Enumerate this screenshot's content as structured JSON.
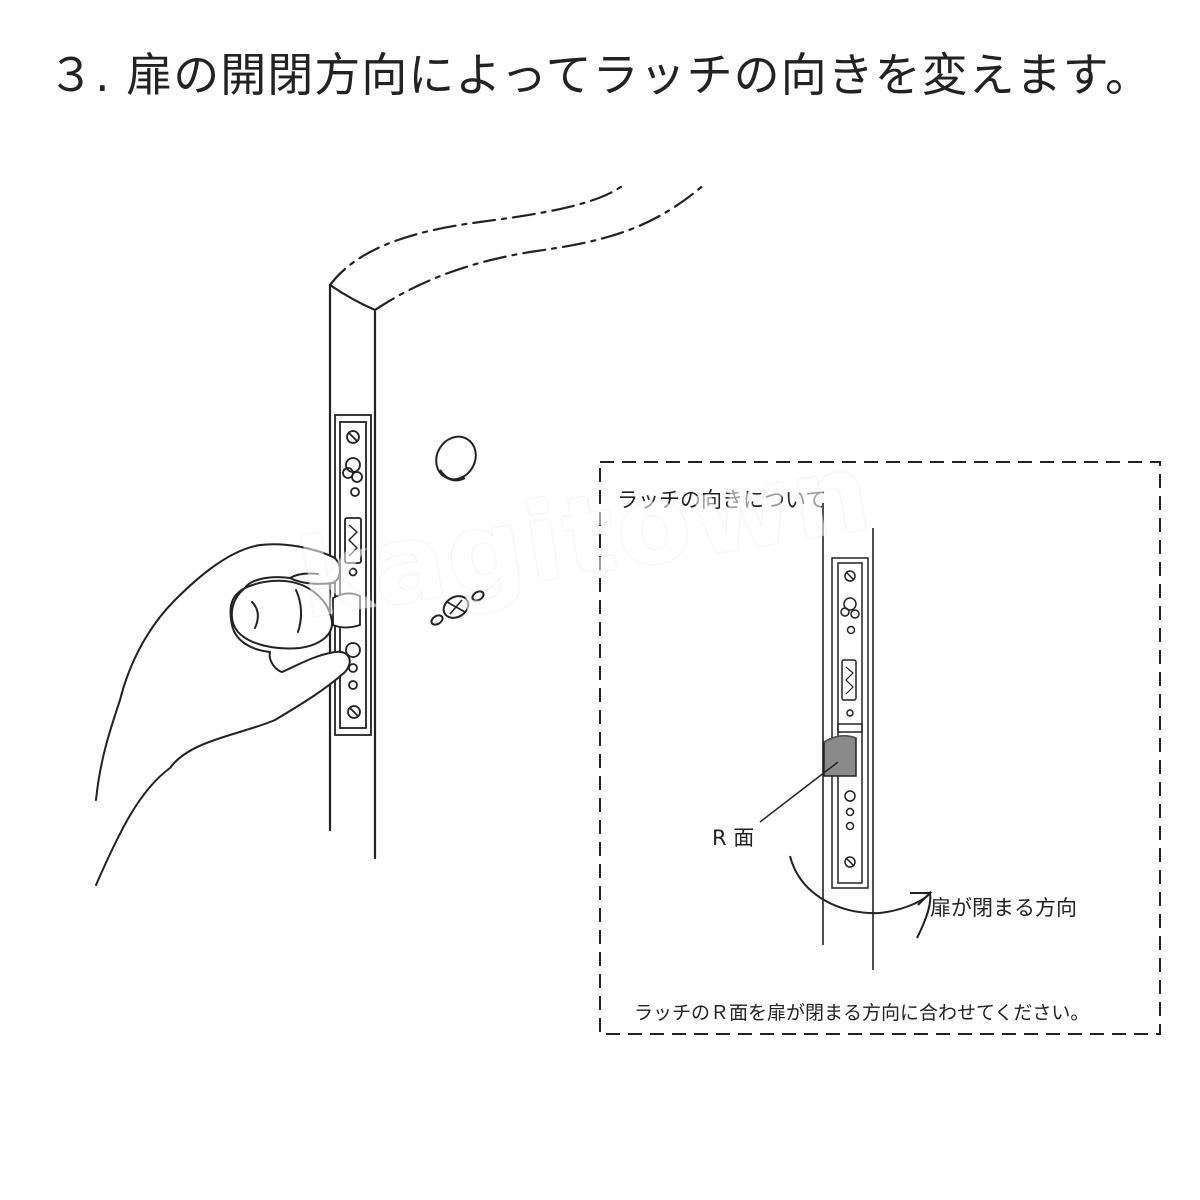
{
  "title": "３. 扉の開閉方向によってラッチの向きを変えます。",
  "inset": {
    "heading": "ラッチの向きについて",
    "r_face_label": "R 面",
    "closing_direction_label": "扉が閉まる方向",
    "instruction": "ラッチのＲ面を扉が閉まる方向に合わせてください。"
  },
  "watermark": "kagitown",
  "colors": {
    "line": "#222222",
    "latch_face": "#8a8a8a",
    "background": "#ffffff"
  }
}
